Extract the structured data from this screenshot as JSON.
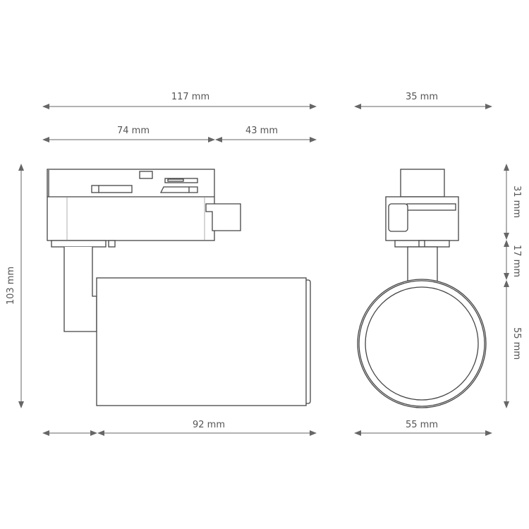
{
  "dimensions": {
    "total_length": "117 mm",
    "adapter_length": "74 mm",
    "overhang_length": "43 mm",
    "adapter_width": "35 mm",
    "total_height": "103 mm",
    "adapter_height": "31 mm",
    "stem_height": "17 mm",
    "head_height": "55 mm",
    "head_length": "92 mm",
    "head_diameter": "55 mm"
  },
  "colors": {
    "line": "#444444",
    "dimension": "#666666"
  }
}
